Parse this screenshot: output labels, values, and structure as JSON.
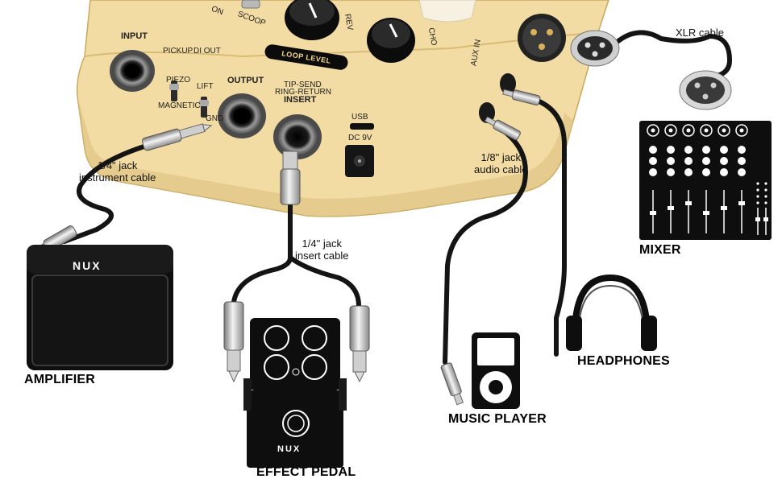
{
  "pedal_labels": {
    "input": "INPUT",
    "pickup": "PICKUP",
    "piezo": "PIEZO",
    "magnetic": "MAGNETIC",
    "di_out": "DI OUT",
    "lift": "LIFT",
    "gnd": "GND",
    "output": "OUTPUT",
    "tip_send": "TIP-SEND",
    "ring_return": "RING-RETURN",
    "insert": "INSERT",
    "usb": "USB",
    "dc_9v": "DC 9V",
    "loop_level": "LOOP LEVEL",
    "aux_in": "AUX IN",
    "scoop": "SCOOP",
    "on": "ON",
    "reverb": "REV",
    "chorus": "CHO"
  },
  "cables": {
    "instrument": [
      "1/4\" jack",
      "instrument cable"
    ],
    "insert": [
      "1/4\" jack",
      "insert cable"
    ],
    "audio": [
      "1/8\" jack",
      "audio cable"
    ],
    "xlr": "XLR cable"
  },
  "devices": {
    "amplifier": "AMPLIFIER",
    "effect_pedal": "EFFECT PEDAL",
    "music_player": "MUSIC PLAYER",
    "headphones": "HEADPHONES",
    "mixer": "MIXER"
  },
  "brand": "NUX",
  "colors": {
    "pedal_body": "#f2dca3",
    "pedal_shadow": "#d9bd78",
    "cable": "#141414",
    "device": "#0e0e0e"
  }
}
